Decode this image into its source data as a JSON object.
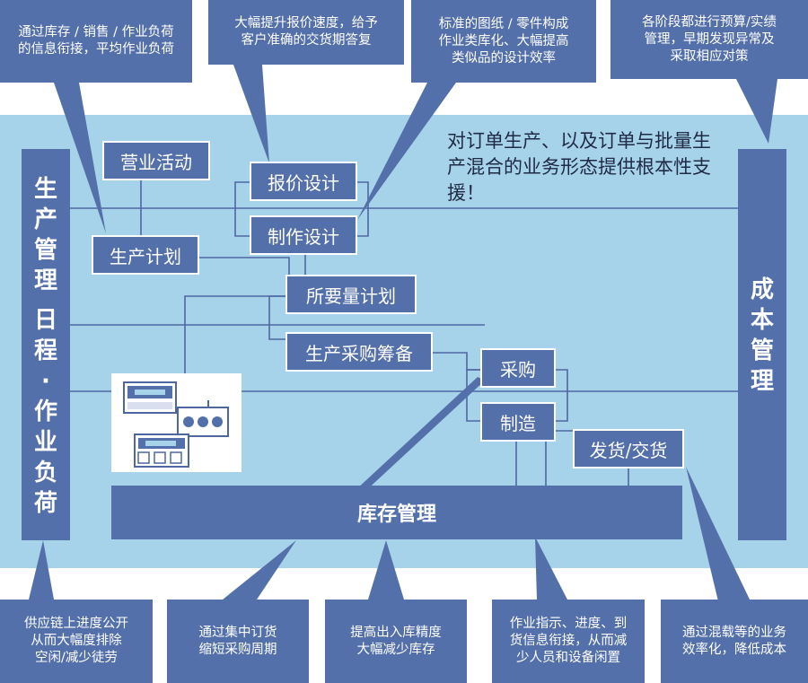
{
  "colors": {
    "primary": "#5470aa",
    "band": "#a7d3ea",
    "text_dark": "#1f2a44",
    "white": "#ffffff"
  },
  "top_callouts": [
    "通过库存 / 销售 / 作业负荷\n的信息衔接，平均作业负荷",
    "大幅提升报价速度，给予\n客户准确的交货期答复",
    "标准的图纸 / 零件构成\n作业类库化、大幅提高\n类似品的设计效率",
    "各阶段都进行预算/实绩\n管理，早期发现异常及\n采取相应对策"
  ],
  "bottom_callouts": [
    "供应链上进度公开\n从而大幅度排除\n空闲/减少徒劳",
    "通过集中订货\n缩短采购周期",
    "提高出入库精度\n大幅减少库存",
    "作业指示、进度、到\n货信息衔接，从而减\n少人员和设备闲置",
    "通过混载等的业务\n效率化，降低成本"
  ],
  "left_bar": {
    "chars": [
      "生",
      "产",
      "管",
      "理",
      "",
      "日",
      "程",
      "·",
      "作",
      "业",
      "负",
      "荷"
    ]
  },
  "right_bar": {
    "chars": [
      "成",
      "本",
      "管",
      "理"
    ]
  },
  "headline": "对订单生产、以及订单与批量生产混合的业务形态提供根本性支援！",
  "nodes": {
    "sales": "营业活动",
    "quote": "报价设计",
    "prod_design": "制作设计",
    "prod_plan": "生产计划",
    "req_plan": "所要量计划",
    "prep": "生产采购筹备",
    "purchase": "采购",
    "mfg": "制造",
    "ship": "发货/交货",
    "inventory": "库存管理"
  },
  "icons": [
    "terminal-screens-icon"
  ]
}
